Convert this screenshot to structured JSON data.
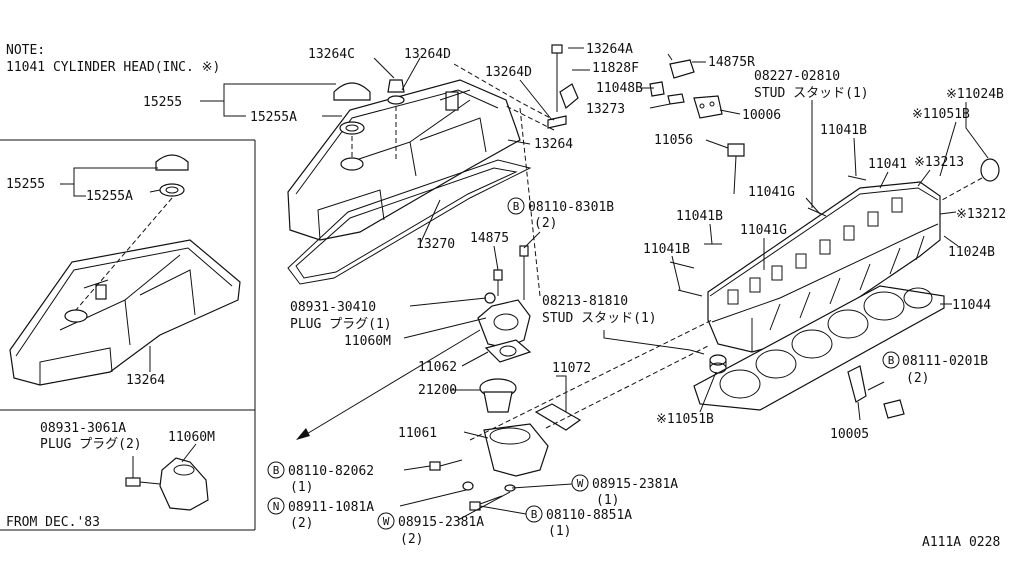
{
  "note": {
    "line1": "NOTE:",
    "line2": "11041 CYLINDER HEAD(INC. ※)"
  },
  "labels": {
    "p13264C": "13264C",
    "p13264D_a": "13264D",
    "p13264A": "13264A",
    "p14875R": "14875R",
    "p15255_main": "15255",
    "p15255A_main": "15255A",
    "p13264D_b": "13264D",
    "p11828F": "11828F",
    "p11048B": "11048B",
    "p13273": "13273",
    "p10006": "10006",
    "p13264_main": "13264",
    "p11056": "11056",
    "p08227": "08227-02810",
    "p08227_desc": "STUD スタッド(1)",
    "p11024B_a": "※11024B",
    "p11051B_a": "※11051B",
    "p11041B_a": "11041B",
    "p11041": "11041",
    "p13213": "※13213",
    "p13212": "※13212",
    "p11041G_a": "11041G",
    "p08110_8301B": "08110-8301B",
    "p08110_8301B_qty": "(2)",
    "p11041B_b": "11041B",
    "p11041G_b": "11041G",
    "p14875": "14875",
    "p11041B_c": "11041B",
    "p11024B_b": "11024B",
    "p13270": "13270",
    "p08931_30410": "08931-30410",
    "p08931_30410_desc": "PLUG プラグ(1)",
    "p11060M_main": "11060M",
    "p08213": "08213-81810",
    "p08213_desc": "STUD スタッド(1)",
    "p11044": "11044",
    "p11062": "11062",
    "p21200": "21200",
    "p11072": "11072",
    "p08111": "08111-0201B",
    "p08111_qty": "(2)",
    "p11051B_b": "※11051B",
    "p10005": "10005",
    "p11061": "11061",
    "p08110_82062": "08110-82062",
    "p08110_82062_qty": "(1)",
    "p08915_a": "08915-2381A",
    "p08915_a_qty": "(1)",
    "p08911": "08911-1081A",
    "p08911_qty": "(2)",
    "p08915_b": "08915-2381A",
    "p08915_b_qty": "(2)",
    "p08110_8851A": "08110-8851A",
    "p08110_8851A_qty": "(1)",
    "p15255_inset": "15255",
    "p15255A_inset": "15255A",
    "p13264_inset": "13264",
    "p08931_3061A": "08931-3061A",
    "p08931_3061A_desc": "PLUG プラグ(2)",
    "p11060M_inset": "11060M",
    "from_dec": "FROM DEC.'83",
    "diagram_code": "A111A 0228"
  },
  "markers": {
    "bolt": "B",
    "nut": "N",
    "washer": "W"
  }
}
